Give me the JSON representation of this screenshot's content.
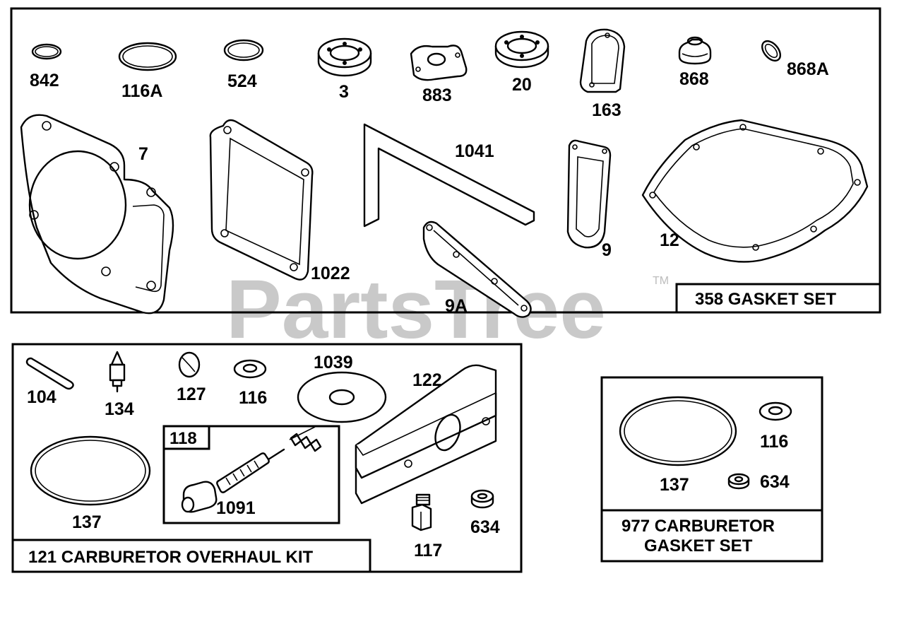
{
  "watermark": {
    "text": "PartsTree",
    "tm": "TM"
  },
  "kits": {
    "gasket_set": "358 GASKET SET",
    "carb_overhaul": "121 CARBURETOR OVERHAUL KIT",
    "carb_gasket_line1": "977 CARBURETOR",
    "carb_gasket_line2": "GASKET SET",
    "sub_kit": "118"
  },
  "parts": {
    "p842": "842",
    "p116A": "116A",
    "p524": "524",
    "p3": "3",
    "p883": "883",
    "p20": "20",
    "p163": "163",
    "p868": "868",
    "p868A": "868A",
    "p7": "7",
    "p1022": "1022",
    "p1041": "1041",
    "p9": "9",
    "p9A": "9A",
    "p12": "12",
    "p104": "104",
    "p134": "134",
    "p127": "127",
    "p116": "116",
    "p1039": "1039",
    "p122": "122",
    "p137": "137",
    "p1091": "1091",
    "p117": "117",
    "p634": "634",
    "p137b": "137",
    "p116b": "116",
    "p634b": "634"
  },
  "colors": {
    "line": "#000000",
    "watermark": "#c9c9c9",
    "background": "#ffffff"
  }
}
